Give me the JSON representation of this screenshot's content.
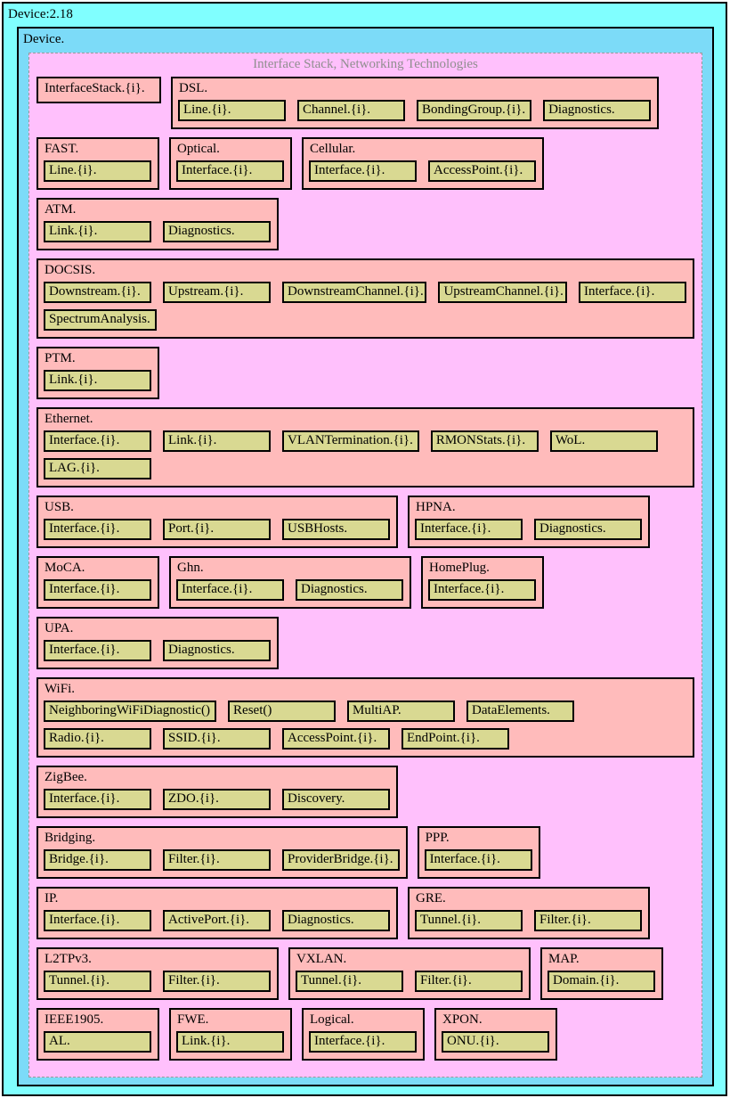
{
  "colors": {
    "outer-bg": "#80ffff",
    "device-bg": "#7cdbf8",
    "panel-bg": "#ffc0fc",
    "group-bg": "#ffbbbb",
    "child-bg": "#d9d992",
    "border": "#000000",
    "dash-border": "#999999",
    "panel-title": "#8f8f8f"
  },
  "window": {
    "title": "Device:2.18"
  },
  "device": {
    "label": "Device."
  },
  "panel": {
    "title": "Interface Stack, Networking Technologies"
  },
  "rows": [
    {
      "groups": [
        {
          "title": "InterfaceStack.{i}.",
          "children": []
        },
        {
          "title": "DSL.",
          "children": [
            [
              "Line.{i}.",
              "Channel.{i}.",
              "BondingGroup.{i}.",
              "Diagnostics."
            ]
          ]
        }
      ]
    },
    {
      "groups": [
        {
          "title": "FAST.",
          "children": [
            [
              "Line.{i}."
            ]
          ]
        },
        {
          "title": "Optical.",
          "children": [
            [
              "Interface.{i}."
            ]
          ]
        },
        {
          "title": "Cellular.",
          "children": [
            [
              "Interface.{i}.",
              "AccessPoint.{i}."
            ]
          ]
        }
      ]
    },
    {
      "groups": [
        {
          "title": "ATM.",
          "children": [
            [
              "Link.{i}.",
              "Diagnostics."
            ]
          ]
        }
      ]
    },
    {
      "groups": [
        {
          "title": "DOCSIS.",
          "wide": true,
          "children": [
            [
              "Downstream.{i}.",
              "Upstream.{i}.",
              "DownstreamChannel.{i}.",
              "UpstreamChannel.{i}.",
              "Interface.{i}."
            ],
            [
              "SpectrumAnalysis."
            ]
          ]
        }
      ]
    },
    {
      "groups": [
        {
          "title": "PTM.",
          "children": [
            [
              "Link.{i}."
            ]
          ]
        }
      ]
    },
    {
      "groups": [
        {
          "title": "Ethernet.",
          "wide": true,
          "children": [
            [
              "Interface.{i}.",
              "Link.{i}.",
              "VLANTermination.{i}.",
              "RMONStats.{i}.",
              "WoL."
            ],
            [
              "LAG.{i}."
            ]
          ]
        }
      ]
    },
    {
      "groups": [
        {
          "title": "USB.",
          "children": [
            [
              "Interface.{i}.",
              "Port.{i}.",
              "USBHosts."
            ]
          ]
        },
        {
          "title": "HPNA.",
          "children": [
            [
              "Interface.{i}.",
              "Diagnostics."
            ]
          ]
        }
      ]
    },
    {
      "groups": [
        {
          "title": "MoCA.",
          "children": [
            [
              "Interface.{i}."
            ]
          ]
        },
        {
          "title": "Ghn.",
          "children": [
            [
              "Interface.{i}.",
              "Diagnostics."
            ]
          ]
        },
        {
          "title": "HomePlug.",
          "children": [
            [
              "Interface.{i}."
            ]
          ]
        }
      ]
    },
    {
      "groups": [
        {
          "title": "UPA.",
          "children": [
            [
              "Interface.{i}.",
              "Diagnostics."
            ]
          ]
        }
      ]
    },
    {
      "groups": [
        {
          "title": "WiFi.",
          "wide": true,
          "children": [
            [
              "NeighboringWiFiDiagnostic()",
              "Reset()",
              "MultiAP.",
              "DataElements."
            ],
            [
              "Radio.{i}.",
              "SSID.{i}.",
              "AccessPoint.{i}.",
              "EndPoint.{i}."
            ]
          ]
        }
      ]
    },
    {
      "groups": [
        {
          "title": "ZigBee.",
          "children": [
            [
              "Interface.{i}.",
              "ZDO.{i}.",
              "Discovery."
            ]
          ]
        }
      ]
    },
    {
      "groups": [
        {
          "title": "Bridging.",
          "children": [
            [
              "Bridge.{i}.",
              "Filter.{i}.",
              "ProviderBridge.{i}."
            ]
          ]
        },
        {
          "title": "PPP.",
          "children": [
            [
              "Interface.{i}."
            ]
          ]
        }
      ]
    },
    {
      "groups": [
        {
          "title": "IP.",
          "children": [
            [
              "Interface.{i}.",
              "ActivePort.{i}.",
              "Diagnostics."
            ]
          ]
        },
        {
          "title": "GRE.",
          "children": [
            [
              "Tunnel.{i}.",
              "Filter.{i}."
            ]
          ]
        }
      ]
    },
    {
      "groups": [
        {
          "title": "L2TPv3.",
          "children": [
            [
              "Tunnel.{i}.",
              "Filter.{i}."
            ]
          ]
        },
        {
          "title": "VXLAN.",
          "children": [
            [
              "Tunnel.{i}.",
              "Filter.{i}."
            ]
          ]
        },
        {
          "title": "MAP.",
          "children": [
            [
              "Domain.{i}."
            ]
          ]
        }
      ]
    },
    {
      "groups": [
        {
          "title": "IEEE1905.",
          "children": [
            [
              "AL."
            ]
          ]
        },
        {
          "title": "FWE.",
          "children": [
            [
              "Link.{i}."
            ]
          ]
        },
        {
          "title": "Logical.",
          "children": [
            [
              "Interface.{i}."
            ]
          ]
        },
        {
          "title": "XPON.",
          "children": [
            [
              "ONU.{i}."
            ]
          ]
        }
      ]
    }
  ]
}
